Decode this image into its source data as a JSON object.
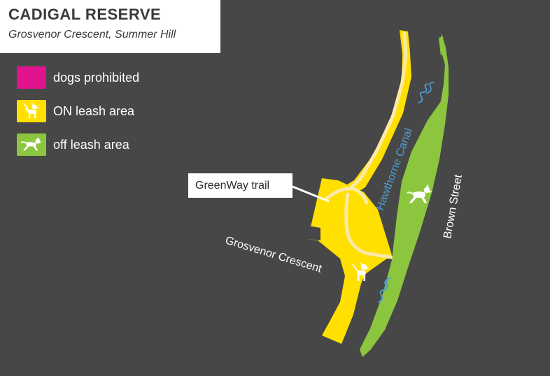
{
  "header": {
    "title": "CADIGAL RESERVE",
    "subtitle": "Grosvenor Crescent, Summer Hill"
  },
  "legend": {
    "items": [
      {
        "label": "dogs prohibited",
        "color": "#e0138c",
        "icon": "none"
      },
      {
        "label": "ON leash area",
        "color": "#ffe000",
        "icon": "leashed-dog-icon"
      },
      {
        "label": "off leash area",
        "color": "#8cc63f",
        "icon": "running-dog-icon"
      }
    ]
  },
  "map": {
    "callout": "GreenWay trail",
    "labels": {
      "street_grosvenor": "Grosvenor Crescent",
      "canal": "Hawthorne Canal",
      "street_brown": "Brown Street"
    },
    "colors": {
      "background": "#474747",
      "on_leash": "#ffe000",
      "off_leash": "#8cc63f",
      "trail": "#fbe9a5",
      "water": "#4a9fd5"
    }
  }
}
